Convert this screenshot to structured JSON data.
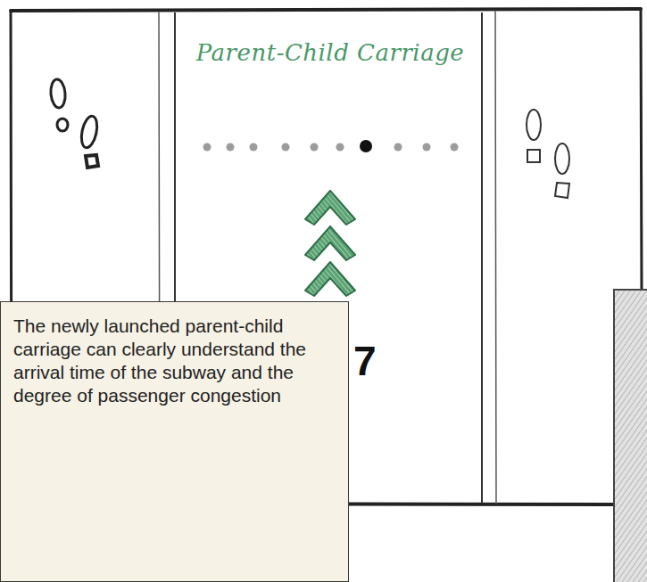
{
  "diagram": {
    "nodes": [
      {
        "text": [
          "Parent-Child Carriage",
          "7"
        ]
      },
      {
        "text": [
          "The newly launched parent-child carriage can clearly understand the arrival time of the subway and the degree of passenger congestion"
        ]
      }
    ]
  }
}
